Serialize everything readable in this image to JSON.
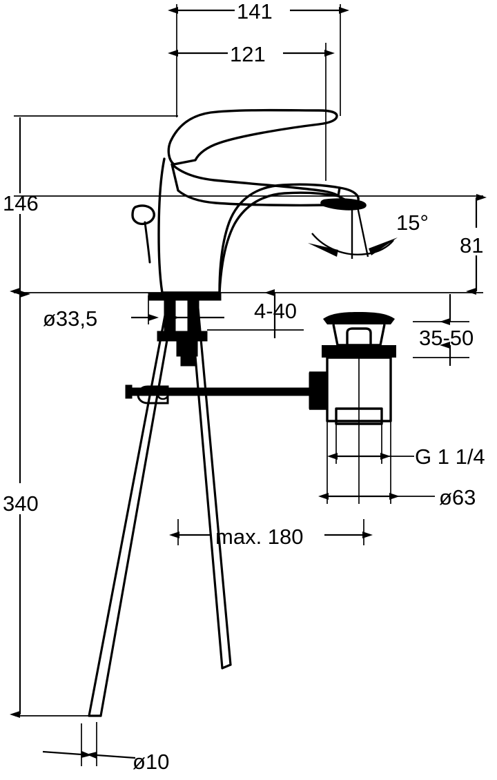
{
  "drawing": {
    "title": "Single-lever basin mixer with pop-up waste — dimensioned technical drawing",
    "type": "engineering-dimension-drawing",
    "line_color": "#000000",
    "background_color": "#ffffff",
    "units": "mm"
  },
  "dimensions": {
    "width_overall": "141",
    "width_spout_reach": "121",
    "height_total_above_deck": "146",
    "height_spout_outlet": "81",
    "diameter_base": "ø33,5",
    "deck_thickness": "4-40",
    "angle_swivel": "15°",
    "waste_depth_range": "35-50",
    "thread_waste": "G 1 1/4",
    "diameter_waste_flange": "ø63",
    "hose_length_max": "max. 180",
    "height_hose_total": "340",
    "diameter_hose": "ø10"
  }
}
